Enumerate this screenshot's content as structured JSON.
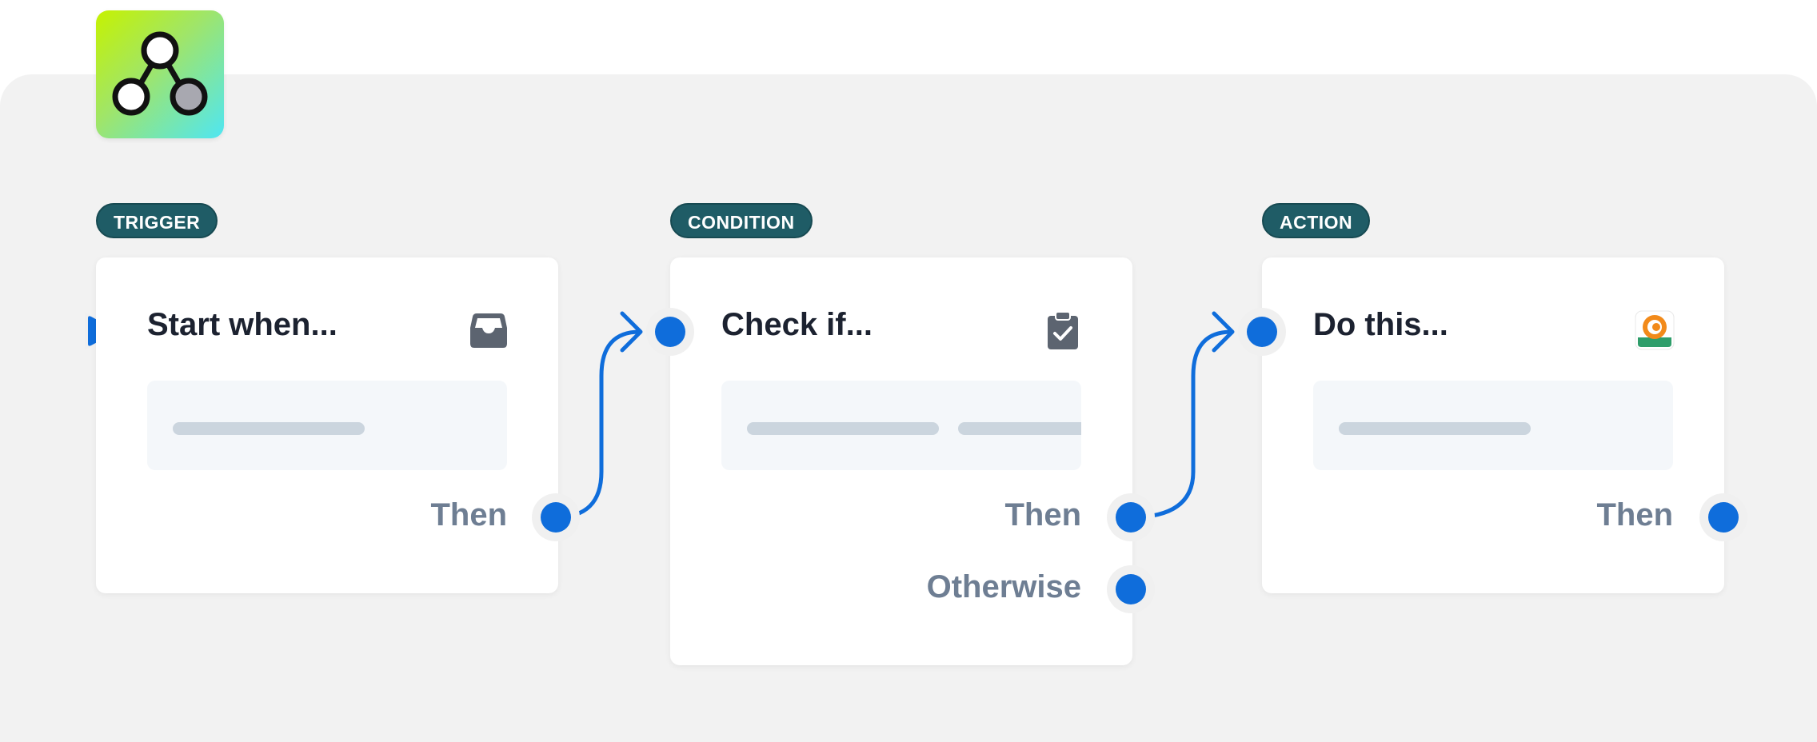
{
  "logo": {
    "icon": "workflow-nodes-icon"
  },
  "nodes": [
    {
      "badge": "TRIGGER",
      "title": "Start when...",
      "icon": "inbox-tray-icon",
      "outputs": [
        "Then"
      ]
    },
    {
      "badge": "CONDITION",
      "title": "Check if...",
      "icon": "clipboard-check-icon",
      "outputs": [
        "Then",
        "Otherwise"
      ]
    },
    {
      "badge": "ACTION",
      "title": "Do this...",
      "icon": "app-logo-orange-icon",
      "outputs": [
        "Then"
      ]
    }
  ],
  "colors": {
    "accent": "#0f6ddb",
    "badge": "#1f5c66",
    "canvas": "#f2f2f2",
    "label": "#6e7e93"
  }
}
